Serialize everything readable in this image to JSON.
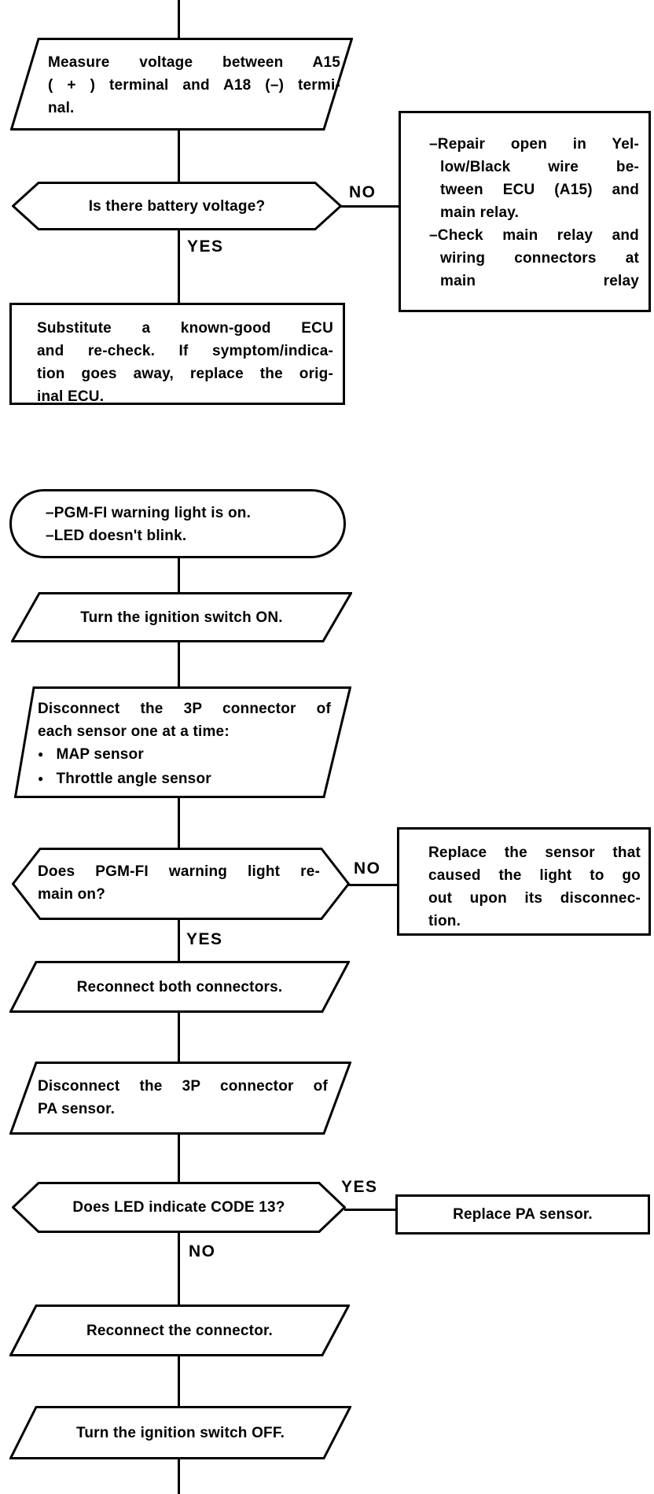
{
  "labels": {
    "yes": "YES",
    "no": "NO"
  },
  "chart1": {
    "measure": {
      "lines": [
        "Measure voltage between A15",
        "( + ) terminal and A18 (–) termi-",
        "nal."
      ]
    },
    "battery_question": "Is there battery voltage?",
    "repair_box": {
      "lines": [
        "–Repair open in Yel-",
        "low/Black wire be-",
        "tween ECU (A15) and",
        "main relay.",
        "–Check main relay and",
        "wiring connectors at",
        "main relay"
      ]
    },
    "ecu_box": {
      "lines": [
        "Substitute a known-good ECU",
        "and re-check. If symptom/indica-",
        "tion goes away, replace the orig-",
        "inal ECU."
      ]
    }
  },
  "chart2": {
    "start": {
      "lines": [
        "–PGM-FI warning light is on.",
        "–LED doesn't blink."
      ]
    },
    "ignition_on": "Turn the ignition switch ON.",
    "disconnect_sensors": {
      "lines": [
        "Disconnect the 3P connector of",
        "each sensor one at a time:"
      ],
      "bullets": [
        "MAP sensor",
        "Throttle angle sensor"
      ]
    },
    "remain_question": {
      "lines": [
        "Does PGM-FI warning light re-",
        "main on?"
      ]
    },
    "replace_sensor_box": {
      "lines": [
        "Replace the sensor that",
        "caused the light to go",
        "out upon its disconnec-",
        "tion."
      ]
    },
    "reconnect_both": "Reconnect both connectors.",
    "disconnect_pa": {
      "lines": [
        "Disconnect the 3P connector of",
        "PA sensor."
      ]
    },
    "code13_question": "Does LED indicate CODE 13?",
    "replace_pa_box": "Replace PA sensor.",
    "reconnect_connector": "Reconnect the connector.",
    "ignition_off": "Turn the ignition switch OFF."
  }
}
